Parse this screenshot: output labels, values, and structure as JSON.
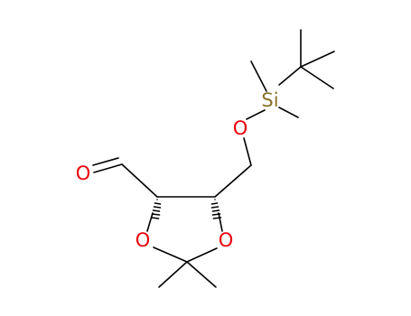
{
  "molecule": {
    "atoms": {
      "si": {
        "label": "Si",
        "color": "#8a7328"
      },
      "o_ether": {
        "label": "O",
        "color": "#e8000b"
      },
      "o_aldehyde": {
        "label": "O",
        "color": "#e8000b"
      },
      "o_ring_left": {
        "label": "O",
        "color": "#e8000b"
      },
      "o_ring_right": {
        "label": "O",
        "color": "#e8000b"
      }
    },
    "colors": {
      "bond": "#000000",
      "oxygen": "#e8000b",
      "silicon": "#8a7328",
      "background": "#ffffff"
    }
  }
}
